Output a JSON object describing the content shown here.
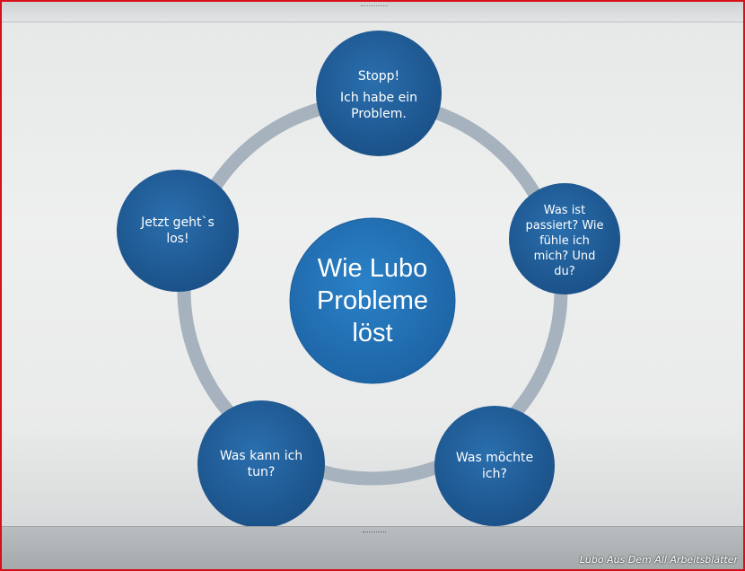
{
  "diagram": {
    "title_lines": [
      "Wie Lubo",
      "Probleme",
      "löst"
    ],
    "steps": [
      {
        "id": "stopp",
        "lines": [
          "Stopp!",
          "Ich habe ein",
          "Problem."
        ]
      },
      {
        "id": "was-ist-passiert",
        "lines": [
          "Was ist",
          "passiert? Wie",
          "fühle ich",
          "mich? Und",
          "du?"
        ]
      },
      {
        "id": "was-moechte-ich",
        "lines": [
          "Was möchte",
          "ich?"
        ]
      },
      {
        "id": "was-kann-ich-tun",
        "lines": [
          "Was kann ich",
          "tun?"
        ]
      },
      {
        "id": "jetzt-gehts-los",
        "lines": [
          "Jetzt geht`s",
          "los!"
        ]
      }
    ],
    "colors": {
      "node_fill": "#1f5f9d",
      "node_dark": "#174b80",
      "center_fill": "#2274ba",
      "ring": "#a6b2bd"
    }
  },
  "watermark": "Lubo Aus Dem All Arbeitsblätter"
}
